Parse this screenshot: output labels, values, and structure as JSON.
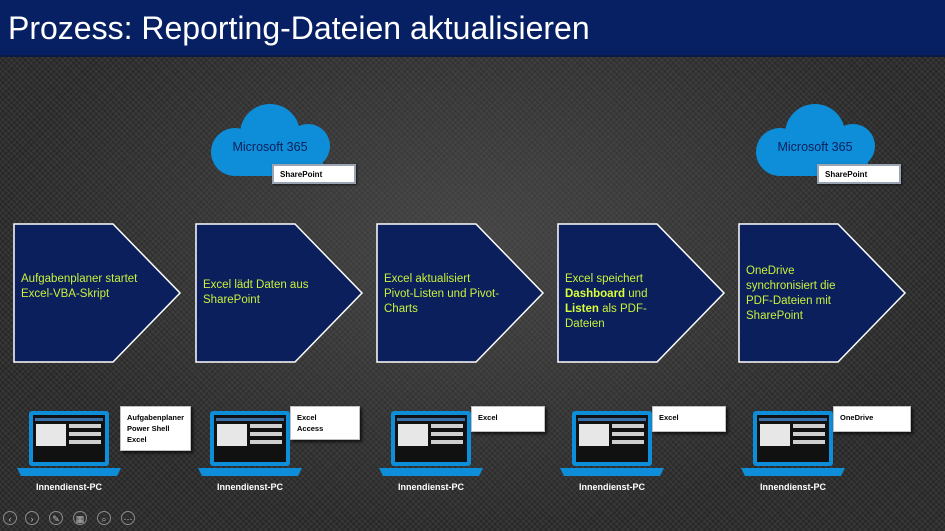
{
  "title": "Prozess: Reporting-Dateien aktualisieren",
  "colors": {
    "title_bar": "#062063",
    "step_fill": "#0b1f5c",
    "step_text": "#c8f03c",
    "cloud": "#0e8ed8",
    "laptop": "#0e8ed8"
  },
  "clouds": [
    {
      "label": "Microsoft 365",
      "service": "SharePoint"
    },
    {
      "label": "Microsoft 365",
      "service": "SharePoint"
    }
  ],
  "steps": [
    {
      "text": "Aufgabenplaner startet Excel-VBA-Skript"
    },
    {
      "text": "Excel lädt Daten aus SharePoint"
    },
    {
      "text": "Excel aktualisiert Pivot-Listen und Pivot-Charts"
    },
    {
      "pre": "Excel speichert ",
      "bold1": "Dashboard",
      "mid": " und ",
      "bold2": "Listen",
      "post": " als PDF-Dateien"
    },
    {
      "text": "OneDrive synchronisiert die PDF-Dateien mit SharePoint"
    }
  ],
  "computers": [
    {
      "caption": "Innendienst-PC",
      "tools": [
        "Aufgabenplaner",
        "Power Shell",
        "Excel"
      ]
    },
    {
      "caption": "Innendienst-PC",
      "tools": [
        "Excel",
        "Access"
      ]
    },
    {
      "caption": "Innendienst-PC",
      "tools": [
        "Excel"
      ]
    },
    {
      "caption": "Innendienst-PC",
      "tools": [
        "Excel"
      ]
    },
    {
      "caption": "Innendienst-PC",
      "tools": [
        "OneDrive"
      ]
    }
  ],
  "nav": {
    "icons": [
      "previous-slide-icon",
      "next-slide-icon",
      "pen-icon",
      "slides-grid-icon",
      "zoom-icon",
      "more-options-icon"
    ],
    "glyphs": [
      "‹",
      "›",
      "✎",
      "▦",
      "⌕",
      "⋯"
    ]
  }
}
